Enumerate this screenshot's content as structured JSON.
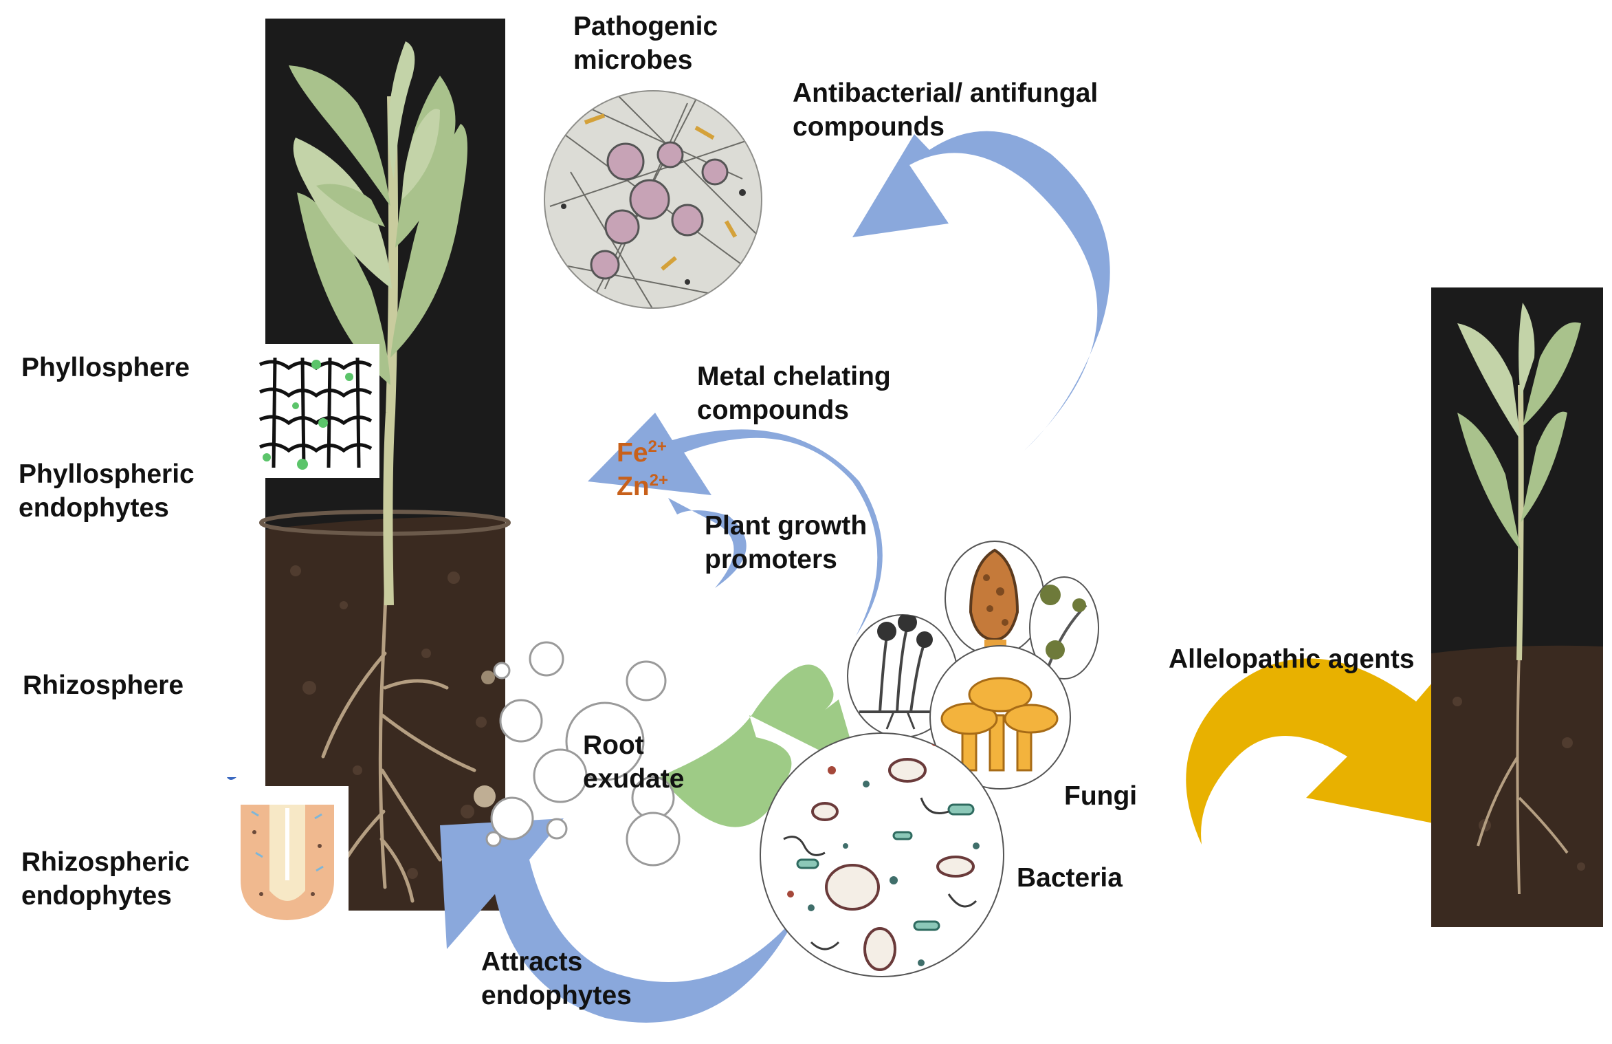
{
  "colors": {
    "blue_arrow": "#8aa8dc",
    "green_arrow": "#9ecb86",
    "gold_arrow": "#e8b100",
    "soil": "#3a2a20",
    "dark_bg": "#1b1b1b",
    "stem": "#c9cc9e",
    "leaf": "#a9c28c",
    "ion_text": "#c8601a",
    "label_text": "#111111"
  },
  "icons": {
    "pathogen": "pathogenic-microbes-micrograph",
    "leaf_cells": "leaf-cell-inset",
    "root_tip": "root-tip-inset",
    "fungi": "fungi-illustrations",
    "bacteria": "bacteria-illustrations",
    "bubbles": "root-exudate-bubbles"
  },
  "labels": {
    "pathogenic_l1": "Pathogenic",
    "pathogenic_l2": "microbes",
    "antibacterial_l1": "Antibacterial/ antifungal",
    "antibacterial_l2": "compounds",
    "metal_l1": "Metal chelating",
    "metal_l2": "compounds",
    "fe": "Fe",
    "fe_charge": "2+",
    "zn": "Zn",
    "zn_charge": "2+",
    "plant_growth_l1": "Plant growth",
    "plant_growth_l2": "promoters",
    "phyllosphere": "Phyllosphere",
    "phyllospheric_l1": "Phyllospheric",
    "phyllospheric_l2": "endophytes",
    "rhizosphere": "Rhizosphere",
    "rhizospheric_l1": "Rhizospheric",
    "rhizospheric_l2": "endophytes",
    "root_l1": "Root",
    "root_l2": "exudate",
    "fungi": "Fungi",
    "bacteria": "Bacteria",
    "attracts_l1": "Attracts",
    "attracts_l2": "endophytes",
    "allelopathic": "Allelopathic agents"
  }
}
